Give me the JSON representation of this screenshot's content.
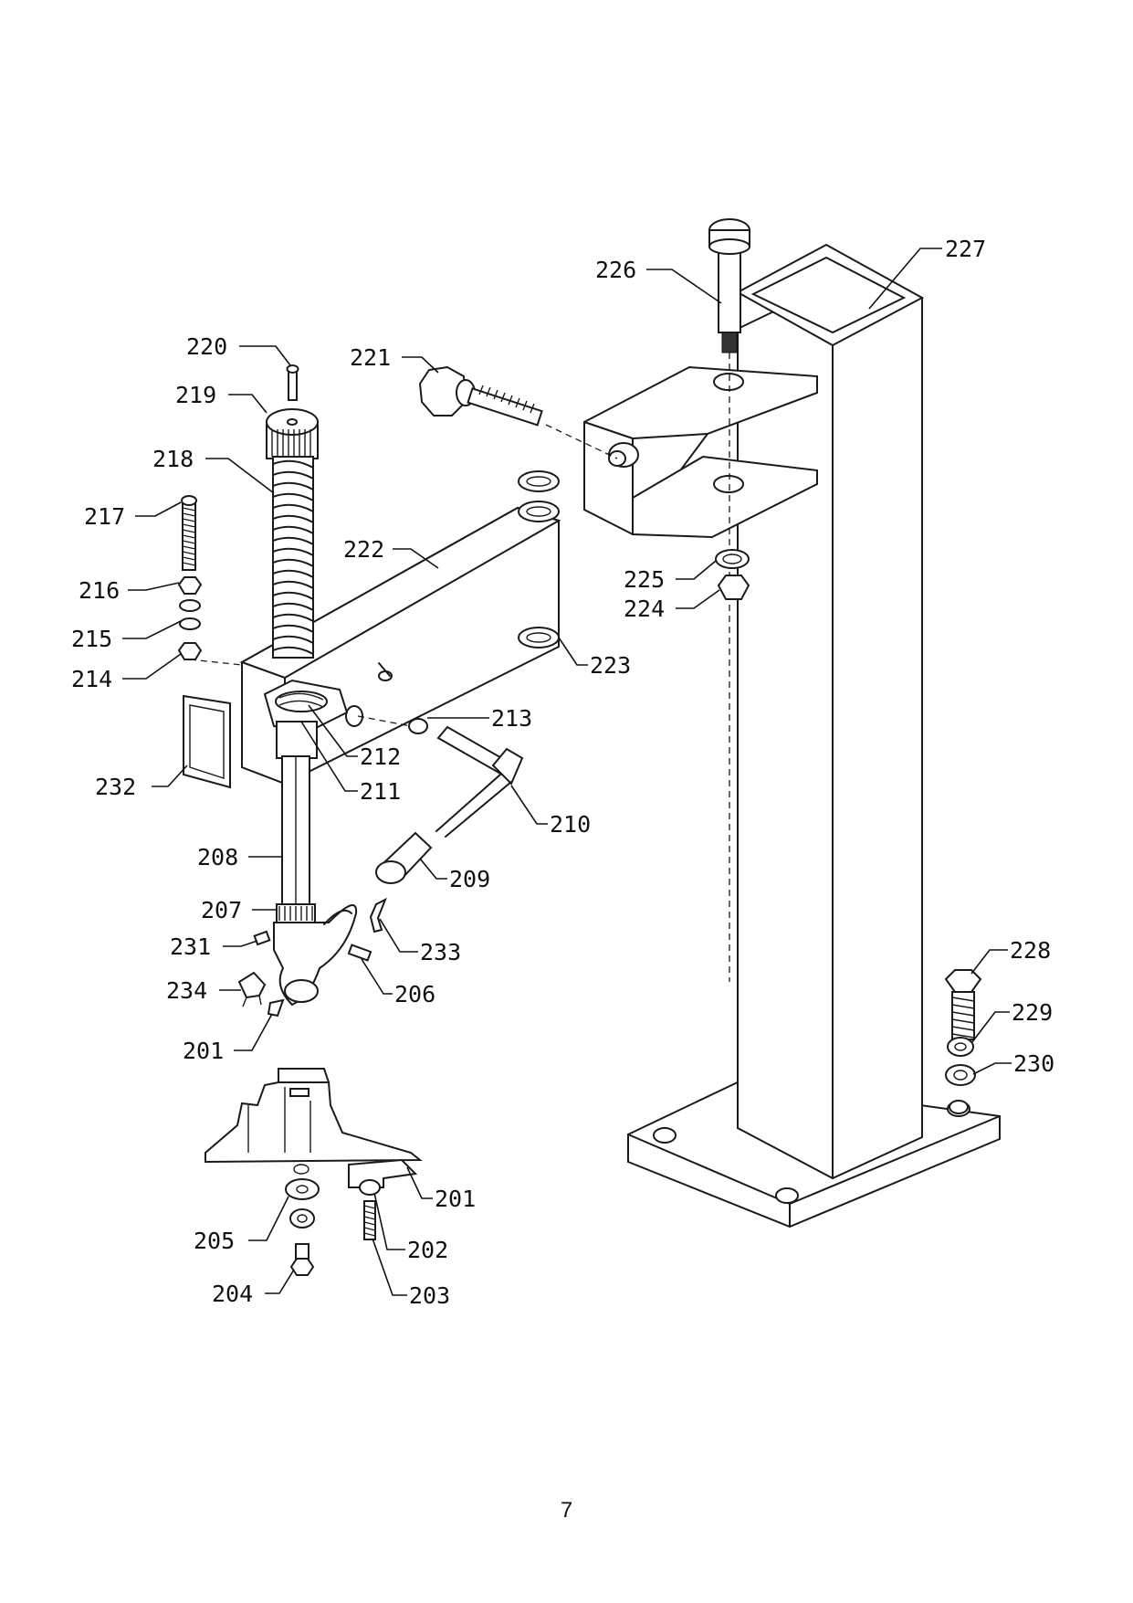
{
  "parts": {
    "p201a": "201",
    "p201b": "201",
    "p202": "202",
    "p203": "203",
    "p204": "204",
    "p205": "205",
    "p206": "206",
    "p207": "207",
    "p208": "208",
    "p209": "209",
    "p210": "210",
    "p211": "211",
    "p212": "212",
    "p213": "213",
    "p214": "214",
    "p215": "215",
    "p216": "216",
    "p217": "217",
    "p218": "218",
    "p219": "219",
    "p220": "220",
    "p221": "221",
    "p222": "222",
    "p223": "223",
    "p224": "224",
    "p225": "225",
    "p226": "226",
    "p227": "227",
    "p228": "228",
    "p229": "229",
    "p230": "230",
    "p231": "231",
    "p232": "232",
    "p233": "233",
    "p234": "234"
  },
  "page_number": "7"
}
